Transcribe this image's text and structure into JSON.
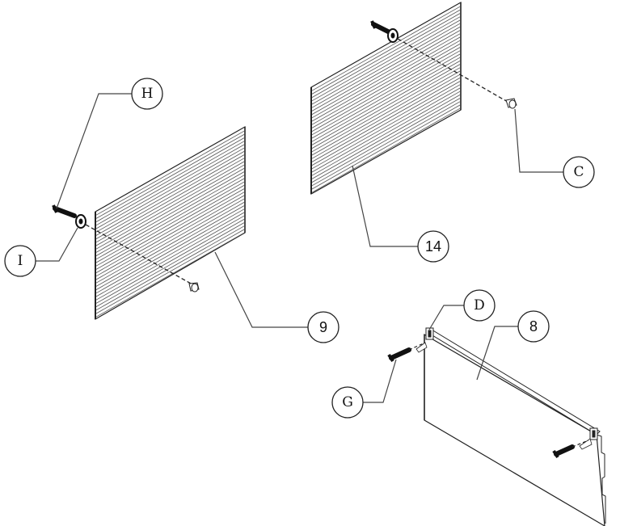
{
  "callouts": {
    "H": "H",
    "I": "I",
    "C": "C",
    "D": "D",
    "G": "G",
    "p9": "9",
    "p14": "14",
    "p8": "8"
  },
  "colors": {
    "line": "#222222",
    "leader": "#444444",
    "fill": "#ffffff"
  },
  "icons": [
    "screw-icon",
    "washer-icon",
    "plug-anchor-icon",
    "bracket-clip-icon"
  ]
}
